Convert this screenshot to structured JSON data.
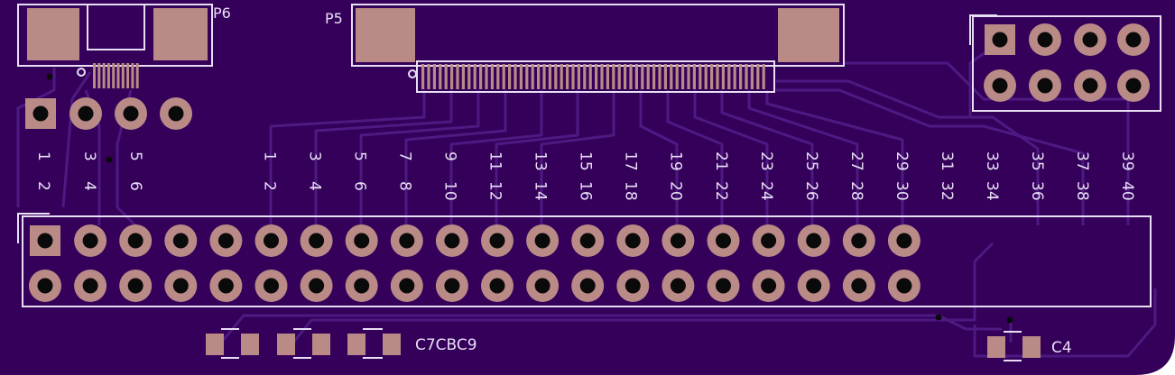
{
  "board": {
    "colors": {
      "board": "#34005a",
      "trace": "#4d1a82",
      "silk": "#e9dff5",
      "pad": "#b98a86",
      "hole": "#0a0a0a"
    }
  },
  "refs": {
    "p6": "P6",
    "p5": "P5",
    "caps_row": "C7CBC9",
    "c4": "C4"
  },
  "left_header_labels": {
    "top": [
      "1",
      "3",
      "5"
    ],
    "bottom": [
      "2",
      "4",
      "6"
    ]
  },
  "main_header_labels": {
    "odd": [
      "1",
      "3",
      "5",
      "7",
      "9",
      "11",
      "13",
      "15",
      "17",
      "19",
      "21",
      "23",
      "25",
      "27",
      "29",
      "31",
      "33",
      "35",
      "37",
      "39"
    ],
    "even": [
      "2",
      "4",
      "6",
      "8",
      "10",
      "12",
      "14",
      "16",
      "18",
      "20",
      "22",
      "24",
      "26",
      "28",
      "30",
      "32",
      "34",
      "36",
      "38",
      "40"
    ]
  }
}
